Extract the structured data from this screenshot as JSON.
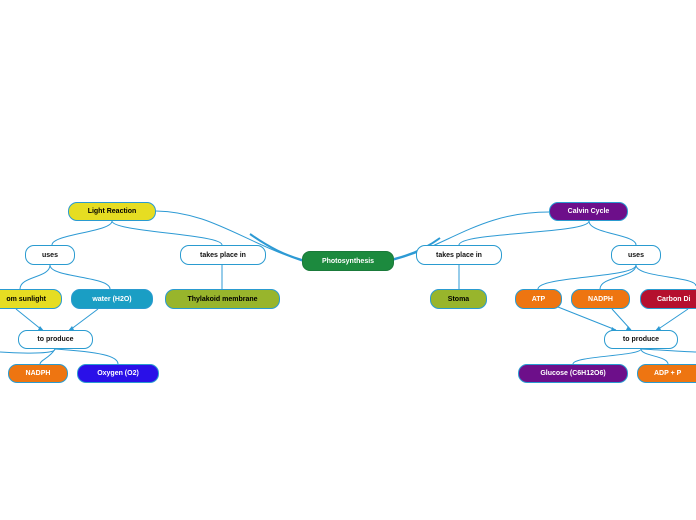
{
  "colors": {
    "link": "#2d9ad4",
    "root": "#1c8a3e",
    "light_reaction": "#e6dd22",
    "calvin_cycle": "#6d0f8a",
    "sunlight": "#e6dd22",
    "water": "#1a9ec4",
    "thylakoid": "#98b52c",
    "nadph": "#ee7511",
    "oxygen": "#2a10e8",
    "stoma": "#98b52c",
    "atp": "#ee7511",
    "carbon": "#b5102e",
    "glucose": "#6d0f8a",
    "adp": "#ee7511"
  },
  "map": {
    "root": "Photosynthesis",
    "left": {
      "branch": "Light Reaction",
      "uses": "uses",
      "takes_place_in": "takes place in",
      "location": "Thylakoid membrane",
      "inputs": [
        "om sunlight",
        "water (H2O)"
      ],
      "to_produce": "to produce",
      "outputs": [
        "NADPH",
        "Oxygen (O2)"
      ]
    },
    "right": {
      "branch": "Calvin Cycle",
      "takes_place_in": "takes place in",
      "location": "Stoma",
      "uses": "uses",
      "inputs": [
        "ATP",
        "NADPH",
        "Carbon Di"
      ],
      "to_produce": "to produce",
      "outputs": [
        "Glucose (C6H12O6)",
        "ADP + P"
      ]
    }
  }
}
